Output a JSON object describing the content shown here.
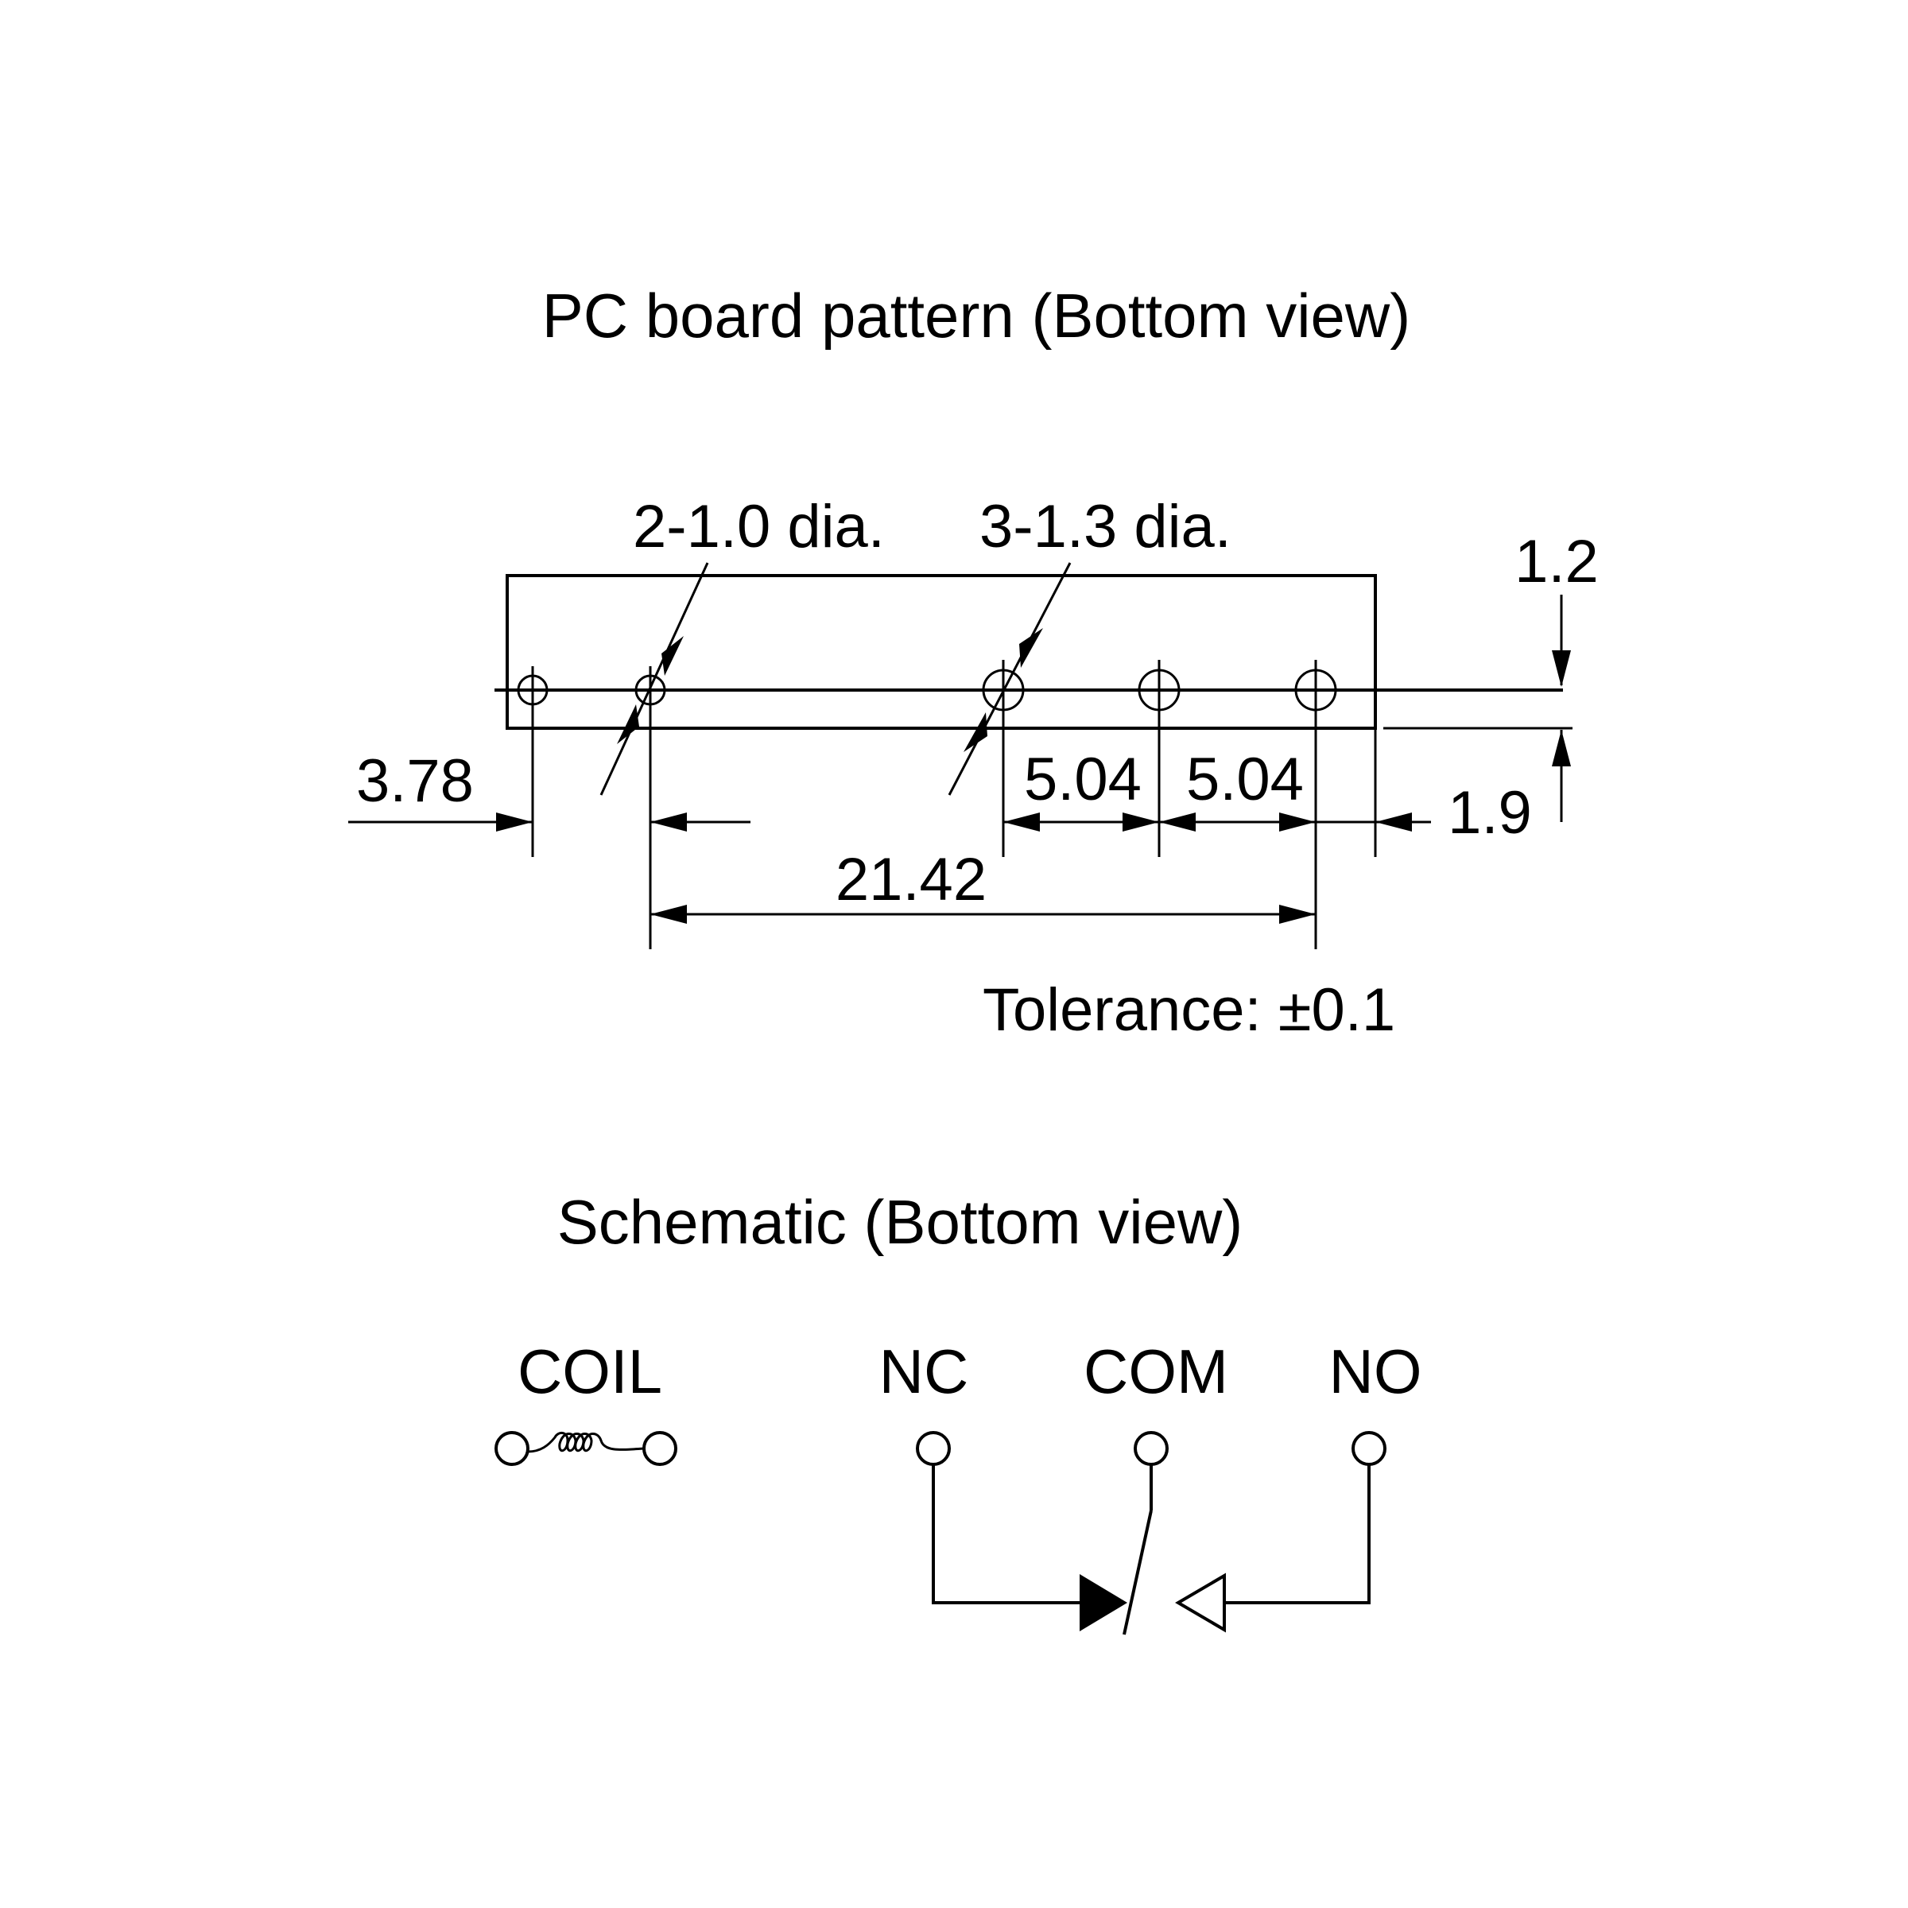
{
  "pcb": {
    "title": "PC board pattern (Bottom view)",
    "hole_small_label": "2-1.0 dia.",
    "hole_large_label": "3-1.3 dia.",
    "dim_height": "1.2",
    "dim_left": "3.78",
    "dim_pitch_1": "5.04",
    "dim_pitch_2": "5.04",
    "dim_right": "1.9",
    "dim_total": "21.42",
    "tolerance": "Tolerance: ±0.1"
  },
  "schematic": {
    "title": "Schematic (Bottom view)",
    "coil_label": "COIL",
    "nc_label": "NC",
    "com_label": "COM",
    "no_label": "NO"
  }
}
